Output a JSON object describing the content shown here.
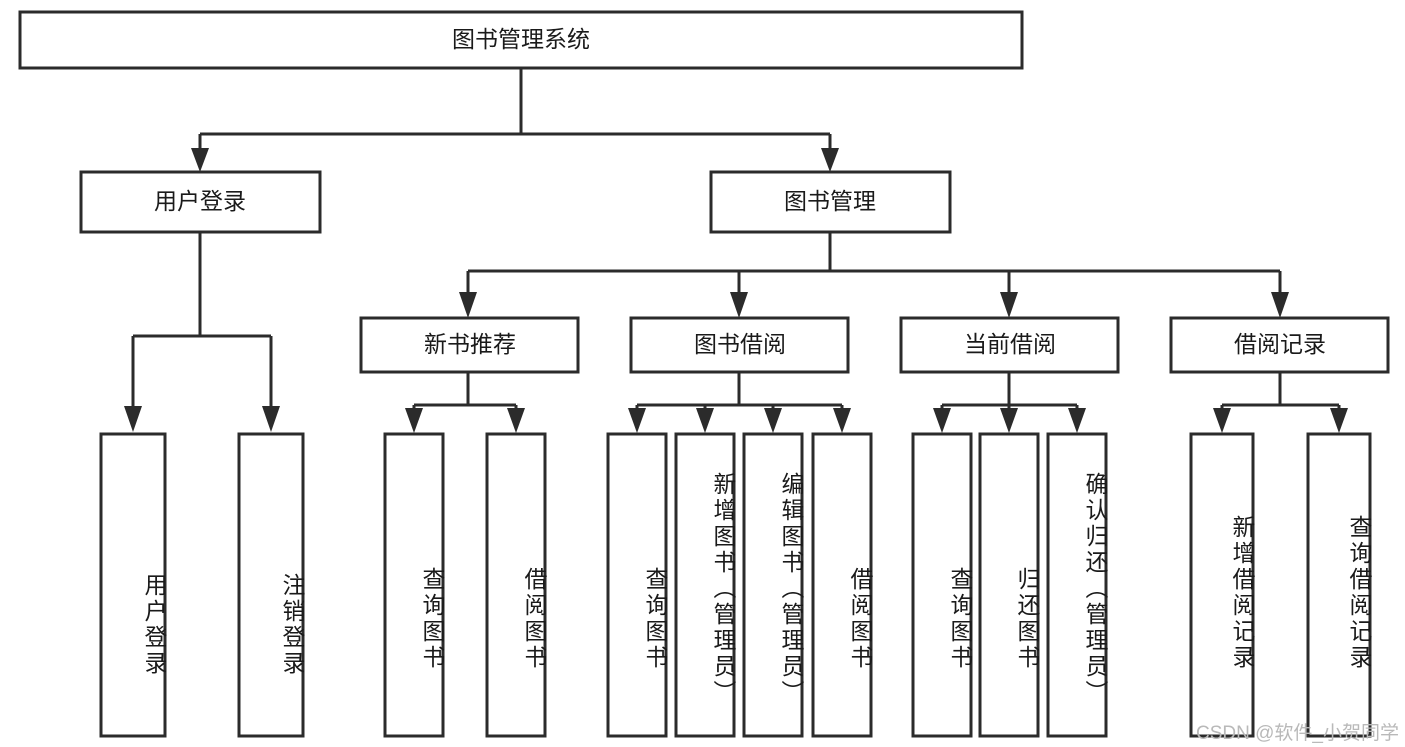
{
  "diagram": {
    "type": "tree",
    "title": "图书管理系统",
    "root": {
      "id": "root",
      "label": "图书管理系统",
      "level": 1
    },
    "level2": [
      {
        "id": "user-login",
        "label": "用户登录"
      },
      {
        "id": "book-manage",
        "label": "图书管理"
      }
    ],
    "level3": [
      {
        "id": "new-book-recommend",
        "label": "新书推荐",
        "parent": "book-manage"
      },
      {
        "id": "book-borrow",
        "label": "图书借阅",
        "parent": "book-manage"
      },
      {
        "id": "current-borrow",
        "label": "当前借阅",
        "parent": "book-manage"
      },
      {
        "id": "borrow-record",
        "label": "借阅记录",
        "parent": "book-manage"
      }
    ],
    "leaves": [
      {
        "id": "leaf-user-login",
        "label": "用户登录",
        "parent": "user-login"
      },
      {
        "id": "leaf-logout-login",
        "label": "注销登录",
        "parent": "user-login"
      },
      {
        "id": "leaf-query-book-1",
        "label": "查询图书",
        "parent": "new-book-recommend"
      },
      {
        "id": "leaf-borrow-book-1",
        "label": "借阅图书",
        "parent": "new-book-recommend"
      },
      {
        "id": "leaf-query-book-2",
        "label": "查询图书",
        "parent": "book-borrow"
      },
      {
        "id": "leaf-add-book",
        "label": "新增图书（管理员）",
        "parent": "book-borrow"
      },
      {
        "id": "leaf-edit-book",
        "label": "编辑图书（管理员）",
        "parent": "book-borrow"
      },
      {
        "id": "leaf-borrow-book-2",
        "label": "借阅图书",
        "parent": "book-borrow"
      },
      {
        "id": "leaf-query-book-3",
        "label": "查询图书",
        "parent": "current-borrow"
      },
      {
        "id": "leaf-return-book",
        "label": "归还图书",
        "parent": "current-borrow"
      },
      {
        "id": "leaf-confirm-return",
        "label": "确认归还（管理员）",
        "parent": "current-borrow"
      },
      {
        "id": "leaf-add-record",
        "label": "新增借阅记录",
        "parent": "borrow-record"
      },
      {
        "id": "leaf-query-record",
        "label": "查询借阅记录",
        "parent": "borrow-record"
      }
    ]
  },
  "colors": {
    "stroke": "#2b2b2b",
    "fill": "#ffffff",
    "text": "#1a1a1a",
    "watermark": "#b9b9b9"
  },
  "watermark": {
    "text": "CSDN @软件_小贺同学"
  }
}
